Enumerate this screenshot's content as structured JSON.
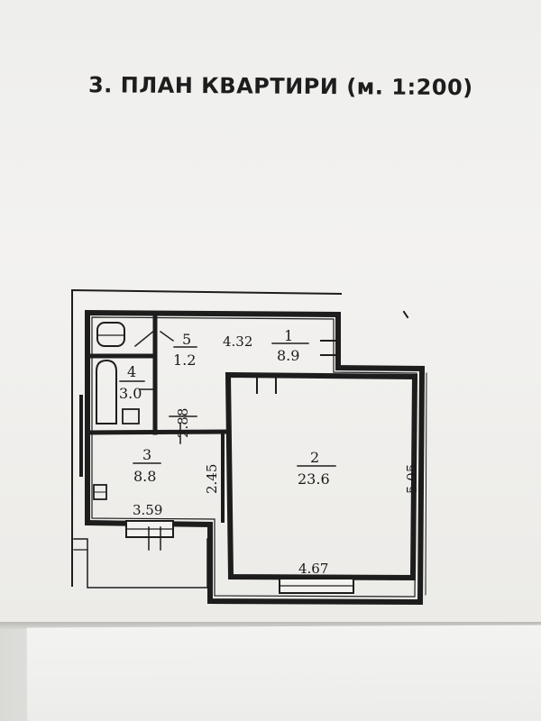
{
  "document": {
    "title": "3. ПЛАН КВАРТИРИ (м. 1:200)"
  },
  "rooms": [
    {
      "number": "1",
      "area": "8.9"
    },
    {
      "number": "2",
      "area": "23.6"
    },
    {
      "number": "3",
      "area": "8.8"
    },
    {
      "number": "4",
      "area": "3.0"
    },
    {
      "number": "5",
      "area": "1.2"
    }
  ],
  "dimensions": {
    "hall_length": "4.32",
    "main_room_width": "4.67",
    "main_room_depth": "5.05",
    "kitchen_width": "3.59",
    "kitchen_depth": "2.45",
    "bath_depth": "2.88"
  }
}
